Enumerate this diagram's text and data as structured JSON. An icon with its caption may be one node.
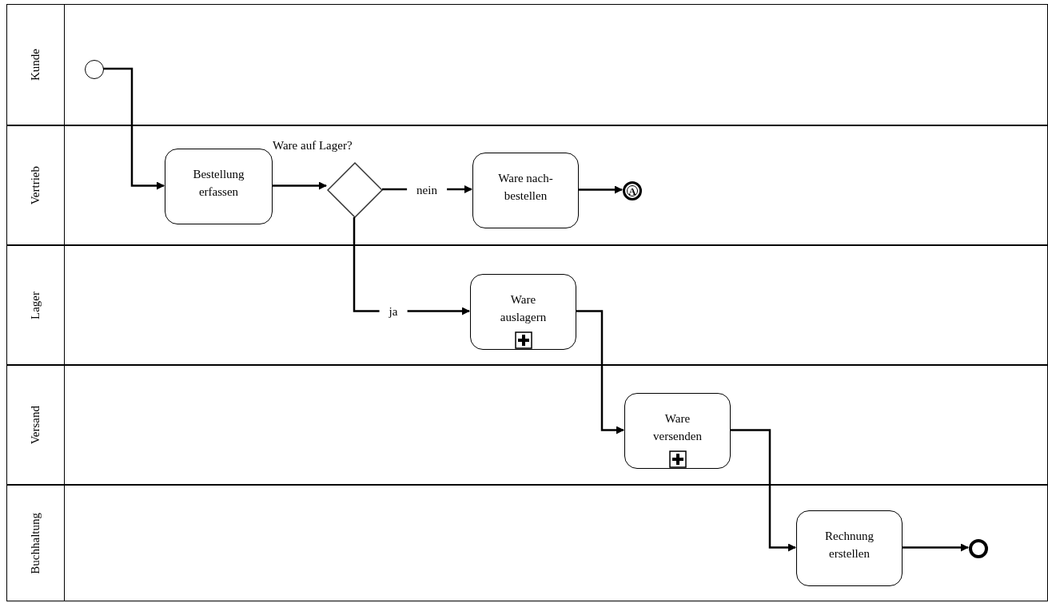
{
  "diagram": {
    "nodes": [
      {
        "text": [
          "Kunde"
        ]
      },
      {
        "text": [
          "Vertrieb"
        ]
      },
      {
        "text": [
          "Lager"
        ]
      },
      {
        "text": [
          "Versand"
        ]
      },
      {
        "text": [
          "Buchhaltung"
        ]
      },
      {
        "text": [],
        "shape": "circle",
        "in": 0
      },
      {
        "text": [
          "Bestellung erfassen"
        ],
        "in": 1
      },
      {
        "text": [
          "Ware auf Lager?"
        ],
        "in": 1
      },
      {
        "text": [
          "Ware nach- bestellen"
        ],
        "in": 1
      },
      {
        "text": [
          "A"
        ],
        "in": 1
      },
      {
        "text": [
          "Ware auslagern"
        ],
        "in": 2
      },
      {
        "text": [
          "Ware versenden"
        ],
        "in": 3
      },
      {
        "text": [
          "Rechnung erstellen"
        ],
        "in": 4
      },
      {
        "text": [],
        "shape": "circle",
        "in": 4
      }
    ],
    "edges": [
      {
        "from": 5,
        "to": 6,
        "arrow": "to"
      },
      {
        "from": 6,
        "to": 7,
        "arrow": "to"
      },
      {
        "from": 7,
        "to": 8,
        "arrow": "to",
        "label": "nein"
      },
      {
        "from": 8,
        "to": 9,
        "arrow": "to"
      },
      {
        "from": 7,
        "to": 10,
        "arrow": "to",
        "label": "ja"
      },
      {
        "from": 10,
        "to": 11,
        "arrow": "to"
      },
      {
        "from": 11,
        "to": 12,
        "arrow": "to"
      },
      {
        "from": 12,
        "to": 13,
        "arrow": "to"
      }
    ]
  }
}
